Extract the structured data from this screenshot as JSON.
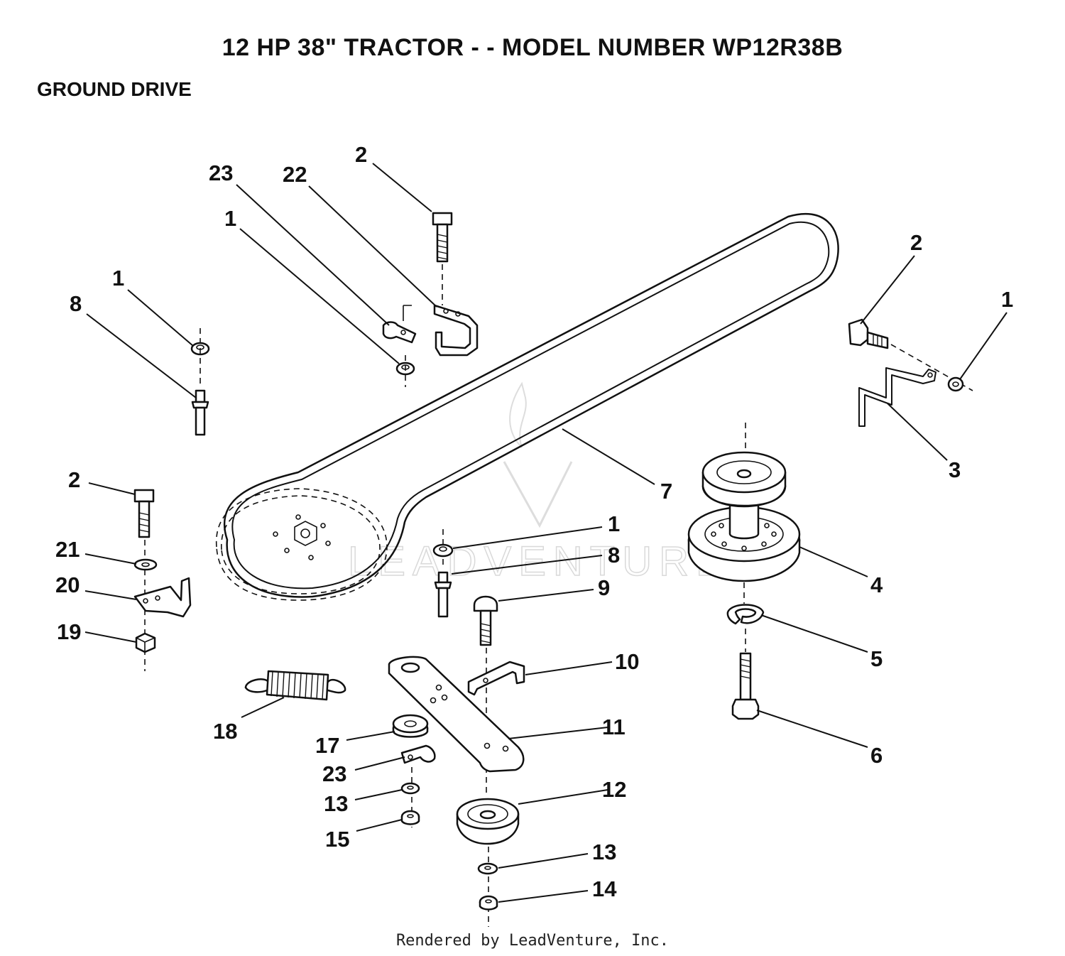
{
  "header": {
    "title": "12 HP 38\" TRACTOR - - MODEL NUMBER WP12R38B",
    "section": "GROUND DRIVE"
  },
  "watermark": {
    "text": "LEADVENTURE"
  },
  "footer": {
    "credit": "Rendered by LeadVenture, Inc."
  },
  "callouts": {
    "c01": "1",
    "c02": "2",
    "c03": "3",
    "c04": "4",
    "c05": "5",
    "c06": "6",
    "c07": "7",
    "c08": "8",
    "c09": "9",
    "c10": "10",
    "c11": "11",
    "c12": "12",
    "c13": "13",
    "c14": "14",
    "c15": "15",
    "c17": "17",
    "c18": "18",
    "c19": "19",
    "c20": "20",
    "c21": "21",
    "c22": "22",
    "c23": "23"
  },
  "colors": {
    "ink": "#111111",
    "watermark": "#d9d9d9",
    "background": "#ffffff"
  }
}
